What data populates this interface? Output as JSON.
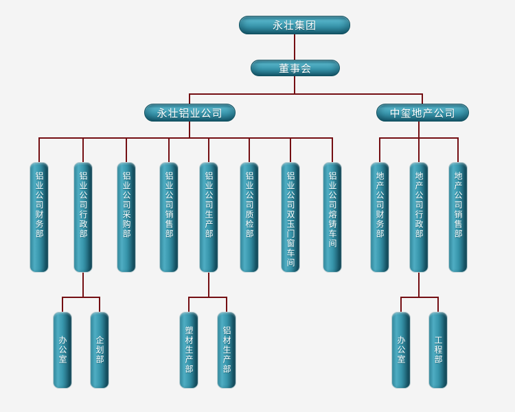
{
  "chart": {
    "type": "org-chart",
    "background_color": "#f4f4f4",
    "connector_color": "#730d11",
    "node_color_light": "#4fadc3",
    "node_color_dark": "#1d6174",
    "node_text_color": "#ffffff"
  },
  "nodes": {
    "root": {
      "label": "永壮集团"
    },
    "board": {
      "label": "董事会"
    },
    "aluminum": {
      "label": "永壮铝业公司"
    },
    "realestate": {
      "label": "中玺地产公司"
    },
    "aluminum_depts": [
      {
        "label": "铝业公司财务部"
      },
      {
        "label": "铝业公司行政部"
      },
      {
        "label": "铝业公司采购部"
      },
      {
        "label": "铝业公司销售部"
      },
      {
        "label": "铝业公司生产部"
      },
      {
        "label": "铝业公司质检部"
      },
      {
        "label": "铝业公司双玉门窗车间"
      },
      {
        "label": "铝业公司熔铸车间"
      }
    ],
    "realestate_depts": [
      {
        "label": "地产公司财务部"
      },
      {
        "label": "地产公司行政部"
      },
      {
        "label": "地产公司销售部"
      }
    ],
    "admin_subs": [
      {
        "label": "办公室"
      },
      {
        "label": "企划部"
      }
    ],
    "production_subs": [
      {
        "label": "塑材生产部"
      },
      {
        "label": "铝材生产部"
      }
    ],
    "re_admin_subs": [
      {
        "label": "办公室"
      },
      {
        "label": "工程部"
      }
    ]
  }
}
